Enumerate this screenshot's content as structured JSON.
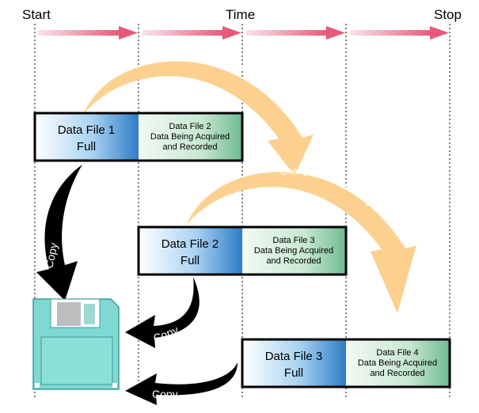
{
  "timeline": {
    "start_label": "Start",
    "time_label": "Time",
    "stop_label": "Stop",
    "arrow_color": "#e8587a"
  },
  "blocks": [
    {
      "full_line1": "Data File 1",
      "full_line2": "Full",
      "acq_line1": "Data File 2",
      "acq_line2": "Data Being Acquired",
      "acq_line3": "and Recorded"
    },
    {
      "full_line1": "Data File 2",
      "full_line2": "Full",
      "acq_line1": "Data File 3",
      "acq_line2": "Data Being Acquired",
      "acq_line3": "and Recorded"
    },
    {
      "full_line1": "Data File 3",
      "full_line2": "Full",
      "acq_line1": "Data File 4",
      "acq_line2": "Data Being Acquired",
      "acq_line3": "and Recorded"
    }
  ],
  "transitions": [
    {
      "label": "Changed to Data File 3"
    },
    {
      "label": "Changed to Data File 4"
    }
  ],
  "copy_label": "Copy",
  "colors": {
    "full_blue": "#3a86cf",
    "acquire_green": "#7cc49c",
    "transition_orange": "#fccf8a",
    "disk_teal": "#7fd8d2"
  }
}
